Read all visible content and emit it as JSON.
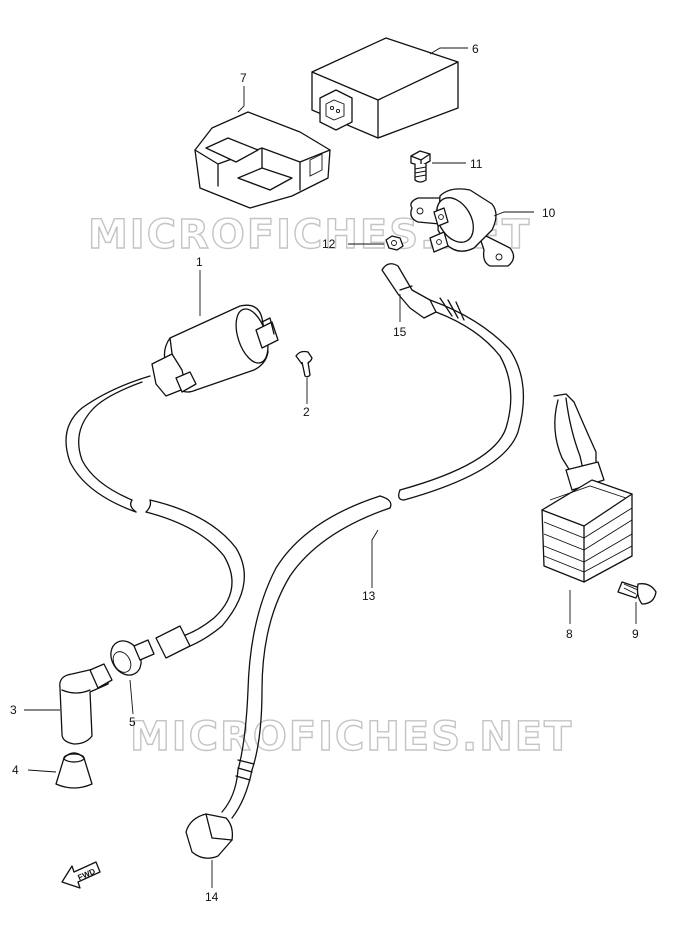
{
  "watermark": {
    "text": "MICROFICHES.NET",
    "color": "#c4c4c4"
  },
  "fwd_marker": {
    "text": "FWD",
    "icon": "forward-arrow-icon"
  },
  "parts": [
    {
      "id": "1",
      "label": "1"
    },
    {
      "id": "2",
      "label": "2"
    },
    {
      "id": "3",
      "label": "3"
    },
    {
      "id": "4",
      "label": "4"
    },
    {
      "id": "5",
      "label": "5"
    },
    {
      "id": "6",
      "label": "6"
    },
    {
      "id": "7",
      "label": "7"
    },
    {
      "id": "8",
      "label": "8"
    },
    {
      "id": "9",
      "label": "9"
    },
    {
      "id": "10",
      "label": "10"
    },
    {
      "id": "11",
      "label": "11"
    },
    {
      "id": "12",
      "label": "12"
    },
    {
      "id": "13",
      "label": "13"
    },
    {
      "id": "14",
      "label": "14"
    },
    {
      "id": "15",
      "label": "15"
    }
  ]
}
